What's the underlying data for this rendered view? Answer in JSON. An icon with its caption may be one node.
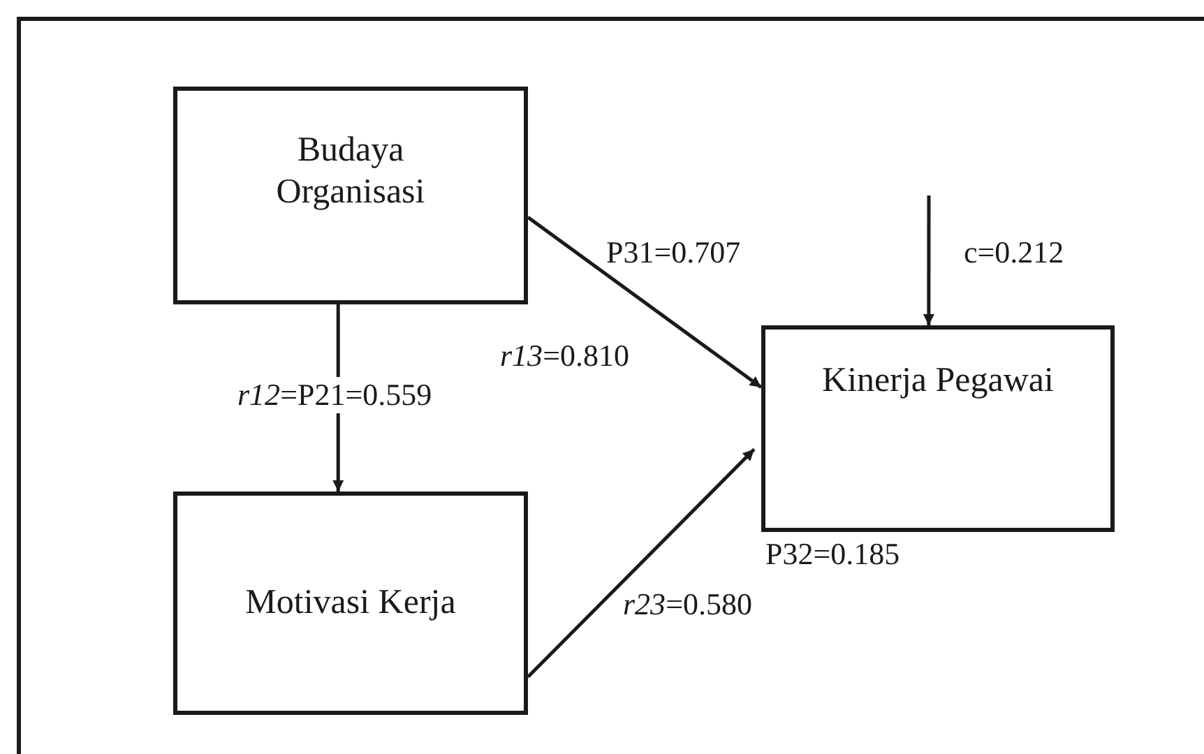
{
  "diagram": {
    "nodes": [
      {
        "text": [
          "Budaya Organisasi"
        ]
      },
      {
        "text": [
          "Motivasi Kerja"
        ]
      },
      {
        "text": [
          "Kinerja Pegawai"
        ]
      }
    ],
    "edges": [
      {
        "from": 0,
        "to": 1,
        "arrow": "to",
        "label": "*r12*=P21=0.559"
      },
      {
        "from": 0,
        "to": 2,
        "arrow": "to",
        "label": "P31=0.707"
      },
      {
        "from": 1,
        "to": 2,
        "arrow": "to",
        "label": "P32=0.185"
      },
      {
        "from": null,
        "to": 2,
        "arrow": "to",
        "label": "c=0.212"
      }
    ],
    "labels": [
      "*r13*=0.810",
      "*r23*=0.580"
    ]
  }
}
